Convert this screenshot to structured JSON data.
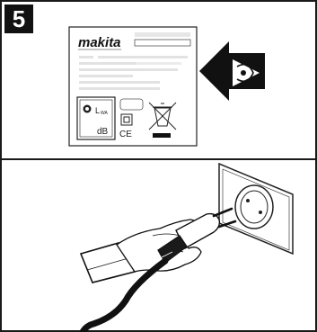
{
  "step": {
    "number": "5"
  },
  "rating_plate": {
    "brand": "makita",
    "sound_label": "L",
    "sound_subscript": "WA",
    "unit": "dB",
    "ce_mark": "CE"
  },
  "icons": {
    "eye_arrow": "eye-arrow-icon",
    "recycle_bin": "crossed-out-bin-icon",
    "sound_power": "sound-power-icon",
    "double_insulation": "double-insulation-icon",
    "plug_hand": "hand-plugging-in-icon",
    "wall_socket": "wall-socket-icon"
  }
}
